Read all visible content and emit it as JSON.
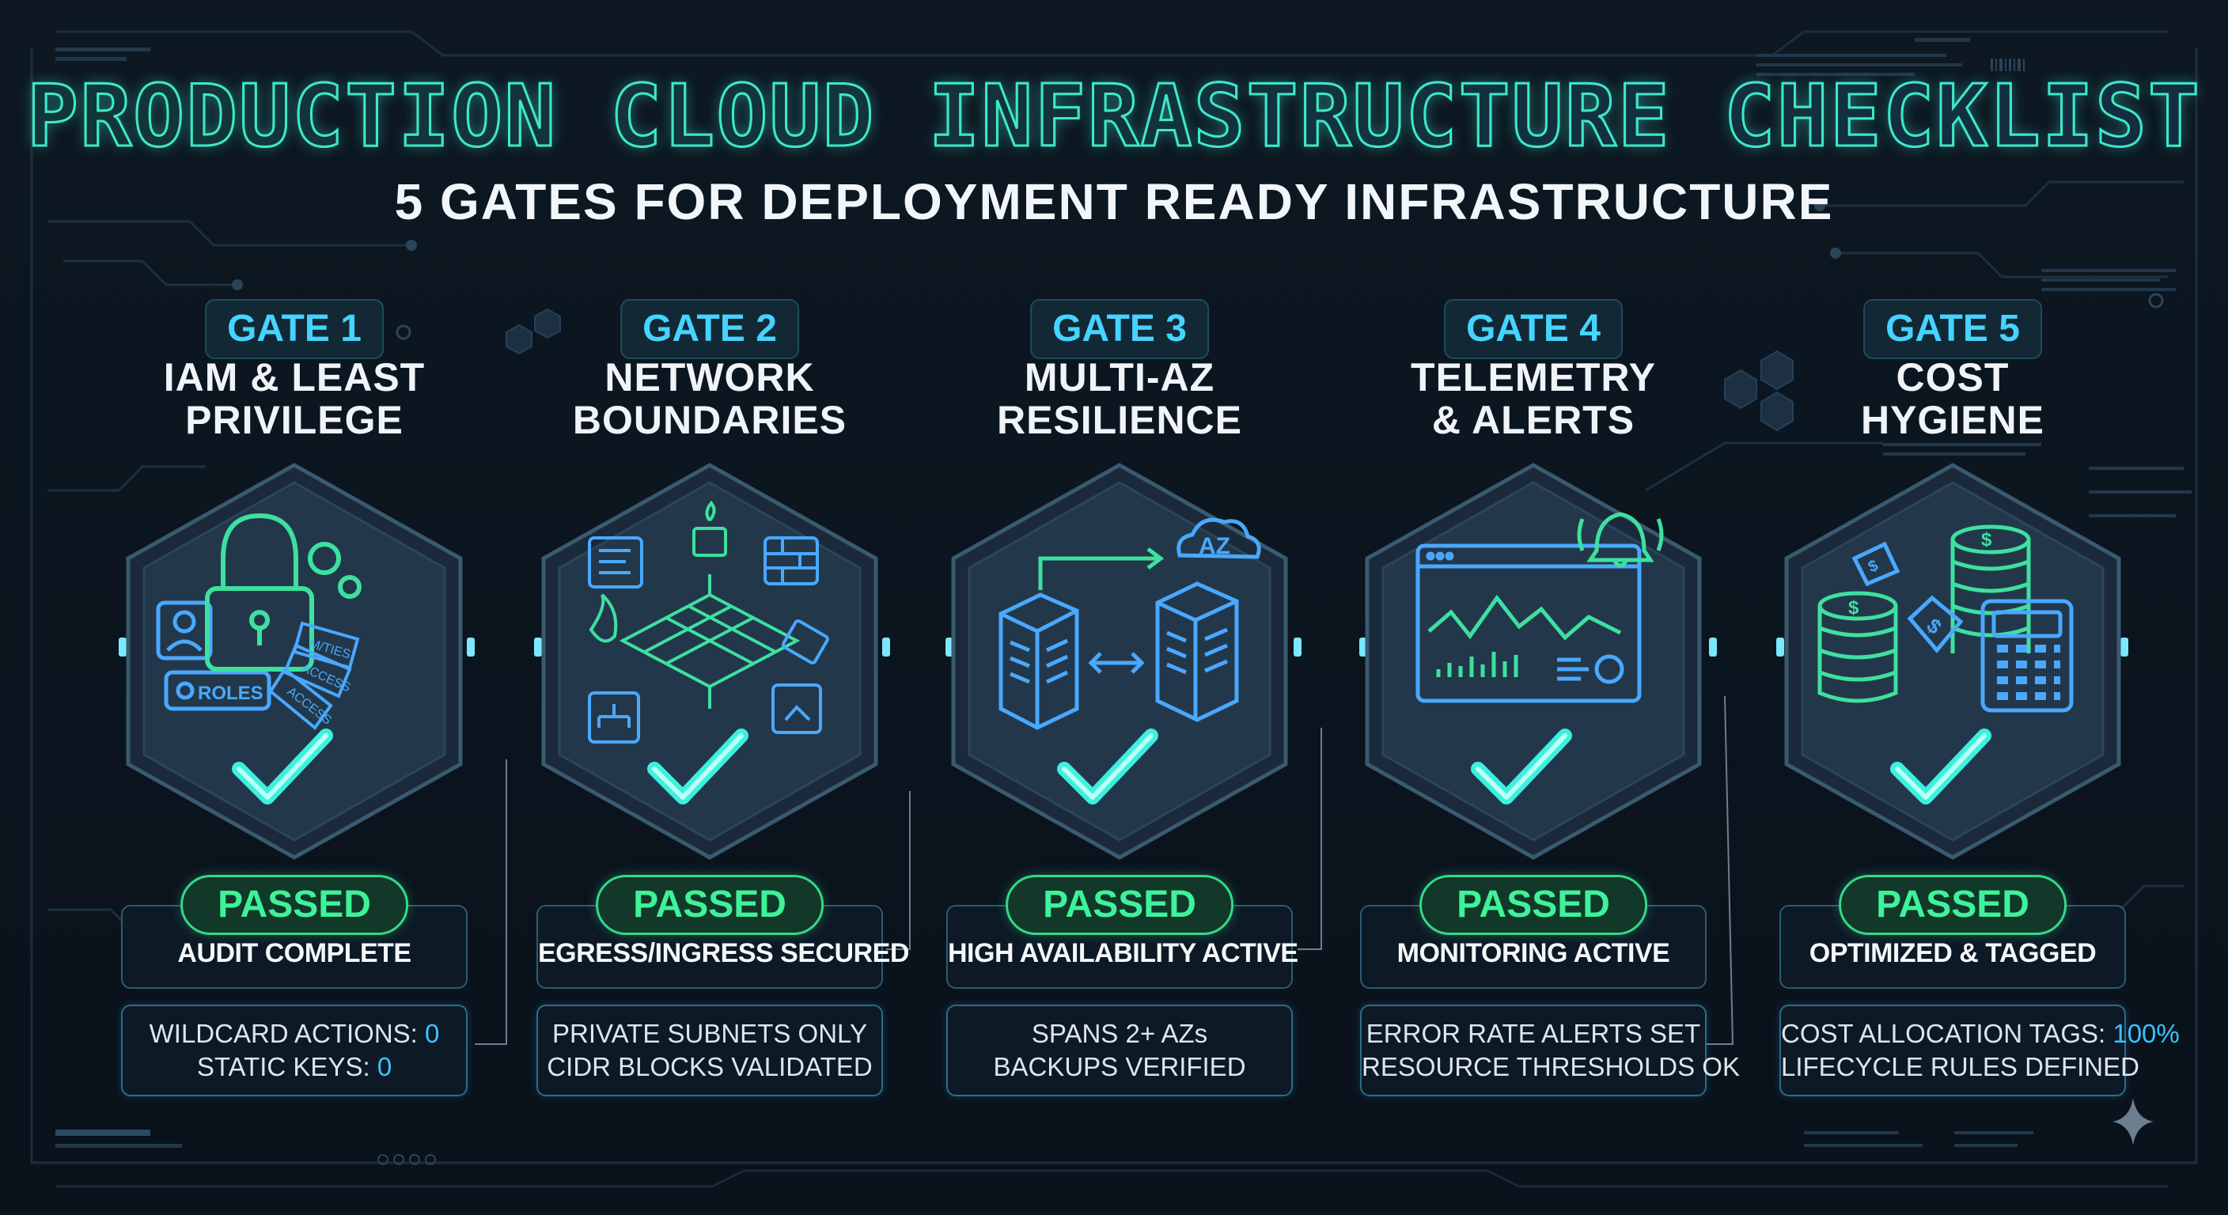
{
  "title": "PRODUCTION CLOUD INFRASTRUCTURE CHECKLIST",
  "subtitle": "5 GATES FOR DEPLOYMENT READY INFRASTRUCTURE",
  "gates": [
    {
      "badge": "GATE 1",
      "name_line1": "IAM & LEAST",
      "name_line2": "PRIVILEGE",
      "icon": "iam-lock-roles-icon",
      "icon_labels": [
        "ROLES",
        "ACCESS",
        "ACCESS",
        "M/TIES"
      ],
      "status": "PASSED",
      "status_text": "AUDIT COMPLETE",
      "detail_line1_label": "WILDCARD ACTIONS: ",
      "detail_line1_value": "0",
      "detail_line2_label": "STATIC KEYS: ",
      "detail_line2_value": "0"
    },
    {
      "badge": "GATE 2",
      "name_line1": "NETWORK",
      "name_line2": "BOUNDARIES",
      "icon": "network-firewall-icon",
      "status": "PASSED",
      "status_text": "EGRESS/INGRESS SECURED",
      "detail_line1_label": "PRIVATE SUBNETS ONLY",
      "detail_line1_value": "",
      "detail_line2_label": "CIDR BLOCKS VALIDATED",
      "detail_line2_value": ""
    },
    {
      "badge": "GATE 3",
      "name_line1": "MULTI-AZ",
      "name_line2": "RESILIENCE",
      "icon": "servers-az-cloud-icon",
      "icon_labels": [
        "AZ"
      ],
      "status": "PASSED",
      "status_text": "HIGH AVAILABILITY ACTIVE",
      "detail_line1_label": "SPANS 2+ AZs",
      "detail_line1_value": "",
      "detail_line2_label": "BACKUPS VERIFIED",
      "detail_line2_value": ""
    },
    {
      "badge": "GATE 4",
      "name_line1": "TELEMETRY",
      "name_line2": "& ALERTS",
      "icon": "dashboard-bell-icon",
      "status": "PASSED",
      "status_text": "MONITORING ACTIVE",
      "detail_line1_label": "ERROR RATE ALERTS SET",
      "detail_line1_value": "",
      "detail_line2_label": "RESOURCE THRESHOLDS OK",
      "detail_line2_value": ""
    },
    {
      "badge": "GATE 5",
      "name_line1": "COST",
      "name_line2": "HYGIENE",
      "icon": "coins-calculator-icon",
      "status": "PASSED",
      "status_text": "OPTIMIZED & TAGGED",
      "detail_line1_label": "COST ALLOCATION TAGS: ",
      "detail_line1_value": "100%",
      "detail_line2_label": "LIFECYCLE RULES DEFINED",
      "detail_line2_value": ""
    }
  ],
  "colors": {
    "background": "#0c1520",
    "title_green": "#3af0b4",
    "title_blue": "#3aa4ff",
    "gate_cyan": "#45d4ff",
    "passed_green": "#3ef29a",
    "icon_blue": "#4aa8ff",
    "icon_green": "#3ee0a0",
    "check_cyan": "#3cf0e0",
    "highlight": "#39c4ff"
  }
}
